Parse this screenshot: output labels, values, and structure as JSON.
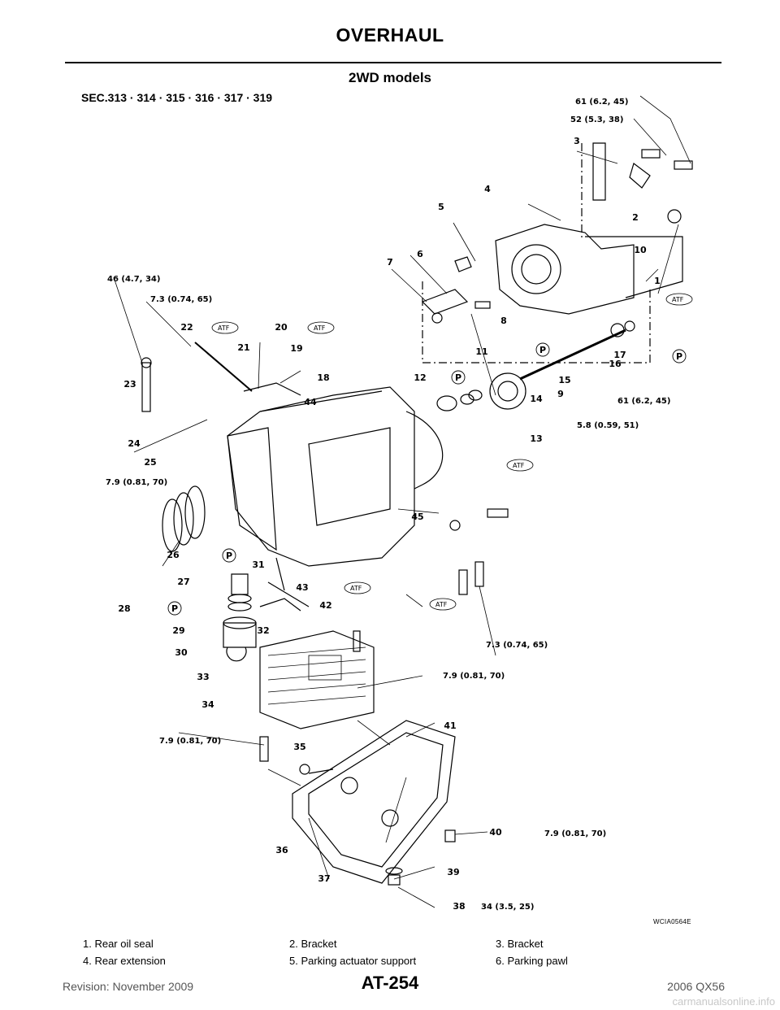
{
  "header": {
    "title": "OVERHAUL"
  },
  "section": {
    "title": "2WD models"
  },
  "diagram": {
    "sec_label": "SEC.313 · 314 · 315 · 316 · 317 · 319",
    "image_code": "WCIA0564E",
    "torque_specs": [
      "61 (6.2, 45)",
      "52 (5.3, 38)",
      "46 (4.7, 34)",
      "7.3 (0.74, 65)",
      "61 (6.2, 45)",
      "5.8 (0.59, 51)",
      "7.9 (0.81, 70)",
      "7.3 (0.74, 65)",
      "7.9 (0.81, 70)",
      "7.9 (0.81, 70)",
      "7.9 (0.81, 70)",
      "34 (3.5, 25)"
    ],
    "callouts": [
      "1",
      "2",
      "3",
      "4",
      "5",
      "6",
      "7",
      "8",
      "9",
      "10",
      "11",
      "12",
      "13",
      "14",
      "15",
      "16",
      "17",
      "18",
      "19",
      "20",
      "21",
      "22",
      "23",
      "24",
      "25",
      "26",
      "27",
      "28",
      "29",
      "30",
      "31",
      "32",
      "33",
      "34",
      "35",
      "36",
      "37",
      "38",
      "39",
      "40",
      "41",
      "42",
      "43",
      "44",
      "45"
    ],
    "atf_tag": "ATF",
    "p_tag": "P"
  },
  "parts_list": [
    "1.    Rear oil seal",
    "2.    Bracket",
    "3.    Bracket",
    "4.    Rear extension",
    "5.    Parking actuator support",
    "6.    Parking pawl"
  ],
  "footer": {
    "revision": "Revision: November 2009",
    "page": "AT-254",
    "model": "2006 QX56",
    "watermark": "carmanualsonline.info"
  }
}
